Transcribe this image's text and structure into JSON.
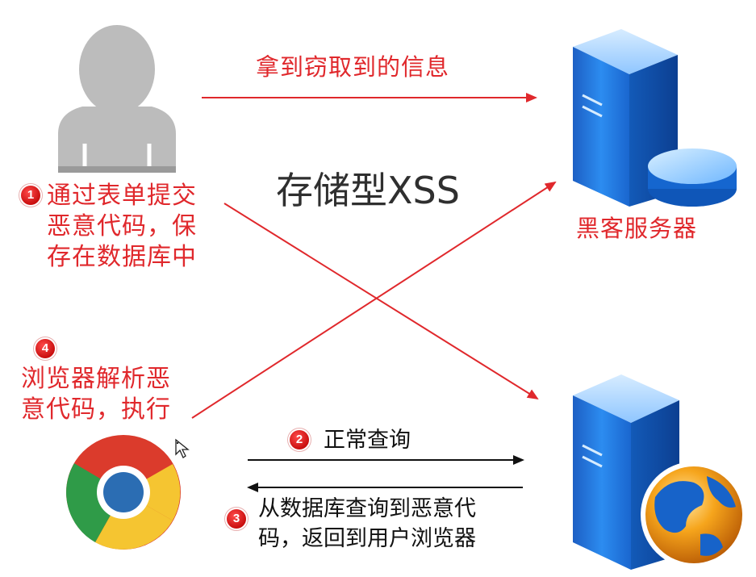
{
  "title": "存储型XSS",
  "steps": {
    "step1": {
      "badge": "1",
      "lines": [
        "通过表单提交",
        "恶意代码，保",
        "存在数据库中"
      ]
    },
    "step2": {
      "badge": "2",
      "text": "正常查询"
    },
    "step3": {
      "badge": "3",
      "lines": [
        "从数据库查询到恶意代",
        "码，返回到用户浏览器"
      ]
    },
    "step4": {
      "badge": "4",
      "lines": [
        "浏览器解析恶",
        "意代码，执行"
      ]
    }
  },
  "steal_label": "拿到窃取到的信息",
  "hacker_server_label": "黑客服务器",
  "icons": [
    "user-icon",
    "hacker-server-icon",
    "browser-icon",
    "web-server-icon",
    "cursor-icon"
  ],
  "colors": {
    "red": "#e0282c",
    "black": "#111111",
    "server_blue": "#1f7fe0"
  }
}
